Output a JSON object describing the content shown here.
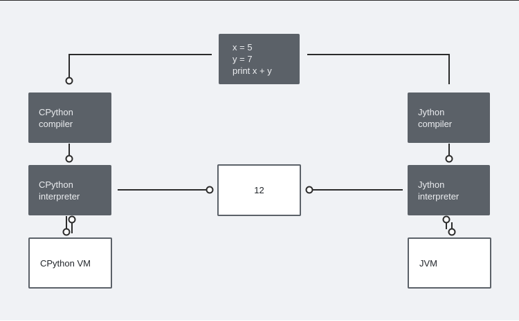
{
  "nodes": {
    "code": "x = 5\ny = 7\nprint x + y",
    "cpython_compiler": "CPython\ncompiler",
    "cpython_interpreter": "CPython\ninterpreter",
    "cpython_vm": "CPython VM",
    "result": "12",
    "jython_compiler": "Jython\ncompiler",
    "jython_interpreter": "Jython\ninterpreter",
    "jvm": "JVM"
  },
  "colors": {
    "background": "#f0f2f5",
    "dark_box": "#5b6168",
    "dark_box_text": "#e9ebee",
    "outline_box_border": "#5b6168",
    "connector": "#2b2b2b"
  }
}
